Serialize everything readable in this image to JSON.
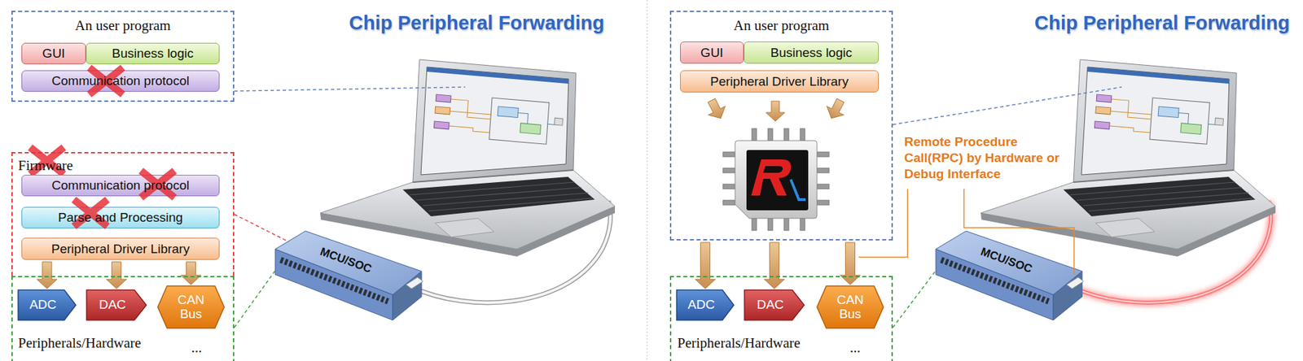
{
  "diagram": {
    "nodes": [
      {
        "text": [
          "An user program"
        ]
      },
      {
        "text": [
          "GUI"
        ],
        "in": 0
      },
      {
        "text": [
          "Business logic"
        ],
        "in": 0
      },
      {
        "text": [
          "Communication protocol"
        ],
        "in": 0
      },
      {
        "text": [
          "Firmware"
        ]
      },
      {
        "text": [
          "Communication protocol"
        ],
        "in": 4
      },
      {
        "text": [
          "Parse and Processing"
        ],
        "in": 4
      },
      {
        "text": [
          "Peripheral Driver Library"
        ],
        "in": 4
      },
      {
        "text": [
          "Peripherals/Hardware",
          "..."
        ]
      },
      {
        "text": [
          "ADC"
        ],
        "in": 8
      },
      {
        "text": [
          "DAC"
        ],
        "in": 8
      },
      {
        "text": [
          "CAN Bus"
        ],
        "in": 8
      },
      {
        "text": [
          "An user program"
        ]
      },
      {
        "text": [
          "GUI"
        ],
        "in": 12
      },
      {
        "text": [
          "Business logic"
        ],
        "in": 12
      },
      {
        "text": [
          "Peripheral Driver Library"
        ],
        "in": 12
      },
      {
        "text": [
          "Peripherals/Hardware",
          "..."
        ]
      },
      {
        "text": [
          "ADC"
        ],
        "in": 16
      },
      {
        "text": [
          "DAC"
        ],
        "in": 16
      },
      {
        "text": [
          "CAN Bus"
        ],
        "in": 16
      }
    ],
    "edges": [
      {
        "from": 7,
        "to": 9,
        "arrow": "to"
      },
      {
        "from": 7,
        "to": 10,
        "arrow": "to"
      },
      {
        "from": 7,
        "to": 11,
        "arrow": "to"
      },
      {
        "from": 12,
        "to": 17,
        "arrow": "to"
      },
      {
        "from": 12,
        "to": 18,
        "arrow": "to"
      },
      {
        "from": 12,
        "to": 19,
        "arrow": "to"
      }
    ],
    "labels": [
      "Chip Peripheral Forwarding",
      "MCU/SOC",
      "Chip Peripheral Forwarding",
      "Remote Procedure Call(RPC) by Hardware or Debug Interface",
      "MCU/SOC"
    ]
  }
}
